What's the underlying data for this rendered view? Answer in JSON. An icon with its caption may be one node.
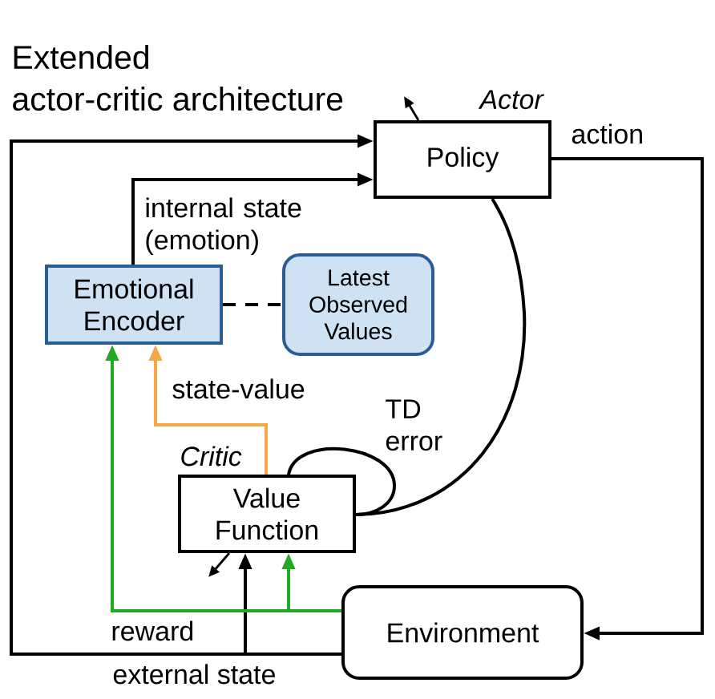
{
  "diagram": {
    "title": "Extended actor-critic architecture",
    "nodes": [
      {
        "text": [
          "Policy"
        ],
        "beside": [
          "Actor"
        ]
      },
      {
        "text": [
          "Emotional Encoder"
        ]
      },
      {
        "text": [
          "Latest Observed Values"
        ]
      },
      {
        "text": [
          "Value Function"
        ],
        "beside": [
          "Critic"
        ]
      },
      {
        "text": [
          "Environment"
        ]
      }
    ],
    "edges": [
      {
        "from": 4,
        "to": 0,
        "arrow": "to",
        "label": "external state"
      },
      {
        "from": 4,
        "to": 3,
        "arrow": "to"
      },
      {
        "from": 1,
        "to": 0,
        "arrow": "to",
        "label": "internal state (emotion)"
      },
      {
        "from": 0,
        "to": 4,
        "arrow": "to",
        "label": "action"
      },
      {
        "from": 3,
        "to": 0,
        "arrow": "none"
      },
      {
        "from": 3,
        "to": 3,
        "arrow": "none",
        "label": "TD error"
      },
      {
        "from": 3,
        "to": 1,
        "arrow": "to",
        "label": "state-value",
        "color": "#f6a844"
      },
      {
        "from": 4,
        "to": 1,
        "arrow": "to",
        "label": "reward",
        "color": "#22aa22"
      },
      {
        "from": 4,
        "to": 3,
        "arrow": "to",
        "color": "#22aa22"
      },
      {
        "from": 1,
        "to": 2,
        "arrow": "none",
        "style": "dashed"
      },
      {
        "from": 0,
        "to": null,
        "arrow": "to"
      },
      {
        "from": 3,
        "to": null,
        "arrow": "to"
      }
    ]
  }
}
